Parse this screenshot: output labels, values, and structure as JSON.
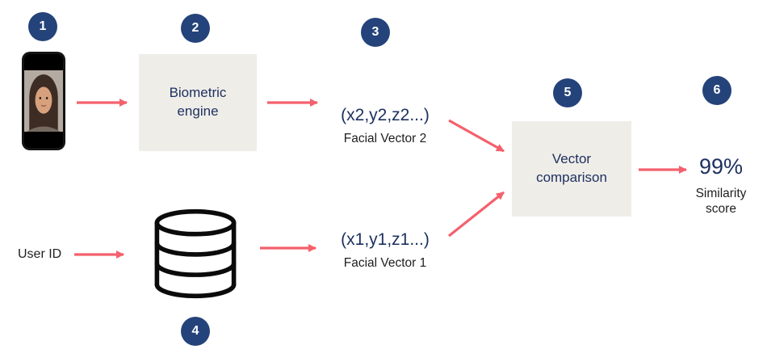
{
  "steps": [
    "1",
    "2",
    "3",
    "4",
    "5",
    "6"
  ],
  "nodes": {
    "biometric_engine": "Biometric engine",
    "vector_comparison": "Vector comparison"
  },
  "labels": {
    "user_id": "User ID",
    "facial_vector_2_value": "(x2,y2,z2...)",
    "facial_vector_2_caption": "Facial Vector 2",
    "facial_vector_1_value": "(x1,y1,z1...)",
    "facial_vector_1_caption": "Facial Vector 1",
    "similarity_value": "99%",
    "similarity_caption": "Similarity score"
  },
  "colors": {
    "badge_bg": "#24437a",
    "arrow": "#f4606c",
    "box_bg": "#efede8",
    "navy_text": "#1d3160",
    "dark_text": "#1f1f1f"
  }
}
